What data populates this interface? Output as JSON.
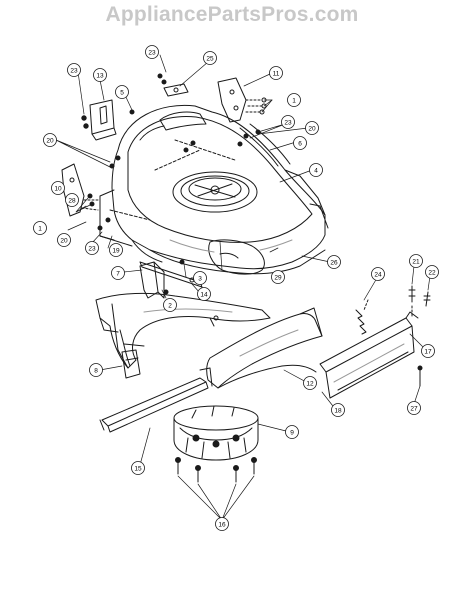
{
  "watermark": "AppliancePartsPros.com",
  "colors": {
    "ink": "#1a1a1a",
    "watermark": "#c8c8c8",
    "shade": "#9a9a9a",
    "background": "#ffffff"
  },
  "callouts": [
    "1",
    "1",
    "2",
    "3",
    "4",
    "5",
    "6",
    "7",
    "8",
    "9",
    "10",
    "11",
    "12",
    "13",
    "14",
    "15",
    "16",
    "17",
    "18",
    "19",
    "20",
    "20",
    "20",
    "21",
    "22",
    "23",
    "23",
    "23",
    "23",
    "24",
    "25",
    "26",
    "27",
    "28",
    "29"
  ]
}
